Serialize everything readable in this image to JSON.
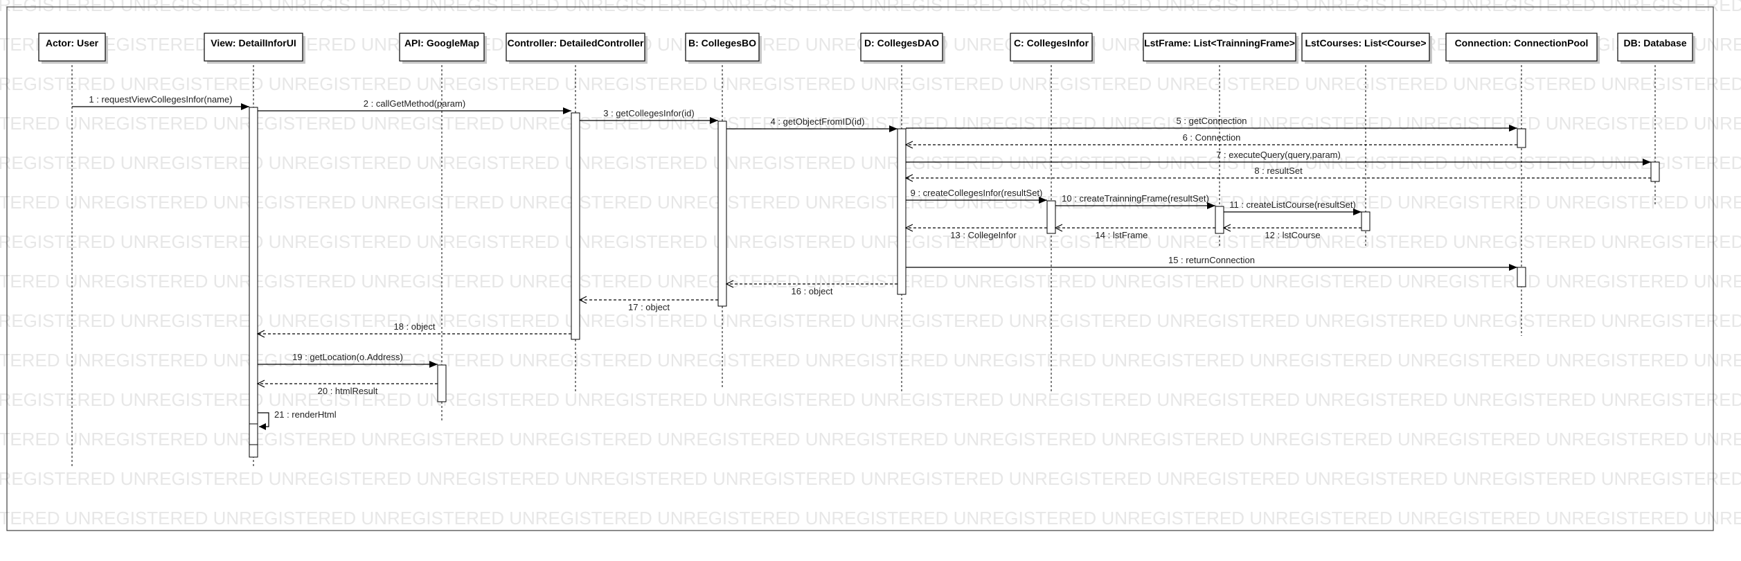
{
  "watermark": "UNREGISTERED",
  "lifelines": [
    {
      "id": "user",
      "label": "Actor: User"
    },
    {
      "id": "view",
      "label": "View: DetailInforUI"
    },
    {
      "id": "api",
      "label": "API: GoogleMap"
    },
    {
      "id": "ctrl",
      "label": "Controller: DetailedController"
    },
    {
      "id": "bo",
      "label": "B: CollegesBO"
    },
    {
      "id": "dao",
      "label": "D: CollegesDAO"
    },
    {
      "id": "cinfo",
      "label": "C: CollegesInfor"
    },
    {
      "id": "lstframe",
      "label": "LstFrame: List<TrainningFrame>"
    },
    {
      "id": "lstcourses",
      "label": "LstCourses: List<Course>"
    },
    {
      "id": "conn",
      "label": "Connection: ConnectionPool"
    },
    {
      "id": "db",
      "label": "DB: Database"
    }
  ],
  "messages": [
    {
      "n": 1,
      "label": "1 : requestViewCollegesInfor(name)",
      "from": "user",
      "to": "view",
      "kind": "call"
    },
    {
      "n": 2,
      "label": "2 : callGetMethod(param)",
      "from": "view",
      "to": "ctrl",
      "kind": "call"
    },
    {
      "n": 3,
      "label": "3 : getCollegesInfor(id)",
      "from": "ctrl",
      "to": "bo",
      "kind": "call"
    },
    {
      "n": 4,
      "label": "4 : getObjectFromID(id)",
      "from": "bo",
      "to": "dao",
      "kind": "call"
    },
    {
      "n": 5,
      "label": "5 : getConnection",
      "from": "dao",
      "to": "conn",
      "kind": "call"
    },
    {
      "n": 6,
      "label": "6 : Connection",
      "from": "conn",
      "to": "dao",
      "kind": "return"
    },
    {
      "n": 7,
      "label": "7 : executeQuery(query,param)",
      "from": "dao",
      "to": "db",
      "kind": "call"
    },
    {
      "n": 8,
      "label": "8 : resultSet",
      "from": "db",
      "to": "dao",
      "kind": "return"
    },
    {
      "n": 9,
      "label": "9 : createCollegesInfor(resultSet)",
      "from": "dao",
      "to": "cinfo",
      "kind": "call"
    },
    {
      "n": 10,
      "label": "10 : createTrainningFrame(resultSet)",
      "from": "cinfo",
      "to": "lstframe",
      "kind": "call"
    },
    {
      "n": 11,
      "label": "11 : createListCourse(resultSet)",
      "from": "lstframe",
      "to": "lstcourses",
      "kind": "call"
    },
    {
      "n": 12,
      "label": "12 : lstCourse",
      "from": "lstcourses",
      "to": "lstframe",
      "kind": "return"
    },
    {
      "n": 13,
      "label": "13 : CollegeInfor",
      "from": "cinfo",
      "to": "dao",
      "kind": "return"
    },
    {
      "n": 14,
      "label": "14 : lstFrame",
      "from": "lstframe",
      "to": "cinfo",
      "kind": "return"
    },
    {
      "n": 15,
      "label": "15 : returnConnection",
      "from": "dao",
      "to": "conn",
      "kind": "call"
    },
    {
      "n": 16,
      "label": "16 : object",
      "from": "dao",
      "to": "bo",
      "kind": "return"
    },
    {
      "n": 17,
      "label": "17 : object",
      "from": "bo",
      "to": "ctrl",
      "kind": "return"
    },
    {
      "n": 18,
      "label": "18 : object",
      "from": "ctrl",
      "to": "view",
      "kind": "return"
    },
    {
      "n": 19,
      "label": "19 : getLocation(o.Address)",
      "from": "view",
      "to": "api",
      "kind": "call"
    },
    {
      "n": 20,
      "label": "20 : htmlResult",
      "from": "api",
      "to": "view",
      "kind": "return"
    },
    {
      "n": 21,
      "label": "21 : renderHtml",
      "from": "view",
      "to": "view",
      "kind": "self"
    }
  ]
}
